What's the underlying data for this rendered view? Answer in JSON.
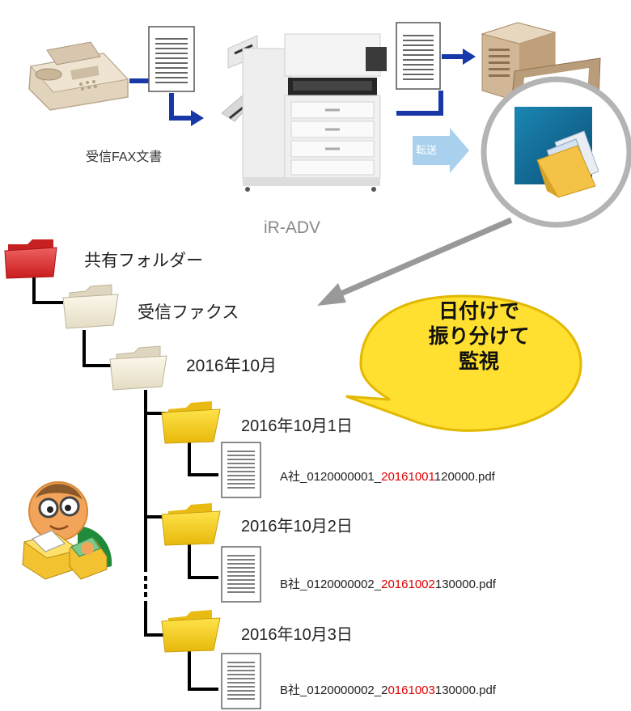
{
  "fax_label": "受信FAX文書",
  "device_label": "iR-ADV",
  "transfer_label": "転送",
  "tree": {
    "root": "共有フォルダー",
    "level1": "受信ファクス",
    "level2": "2016年10月",
    "days": [
      {
        "folder": "2016年10月1日",
        "file_prefix": "A社_0120000001_",
        "file_date": "20161001",
        "file_suffix": "120000.pdf"
      },
      {
        "folder": "2016年10月2日",
        "file_prefix": "B社_0120000002_",
        "file_date": "20161002",
        "file_suffix": "130000.pdf"
      },
      {
        "folder": "2016年10月3日",
        "file_prefix": "B社_0120000002_2",
        "file_date": "0161003",
        "file_suffix": "130000.pdf"
      }
    ]
  },
  "callout": {
    "line1": "日付けで",
    "line2": "振り分けて",
    "line3": "監視"
  },
  "colors": {
    "arrow": "#1838a8",
    "tree_line": "#000000",
    "highlight": "#e00000",
    "callout": "#ffe030",
    "connector": "#999999"
  }
}
